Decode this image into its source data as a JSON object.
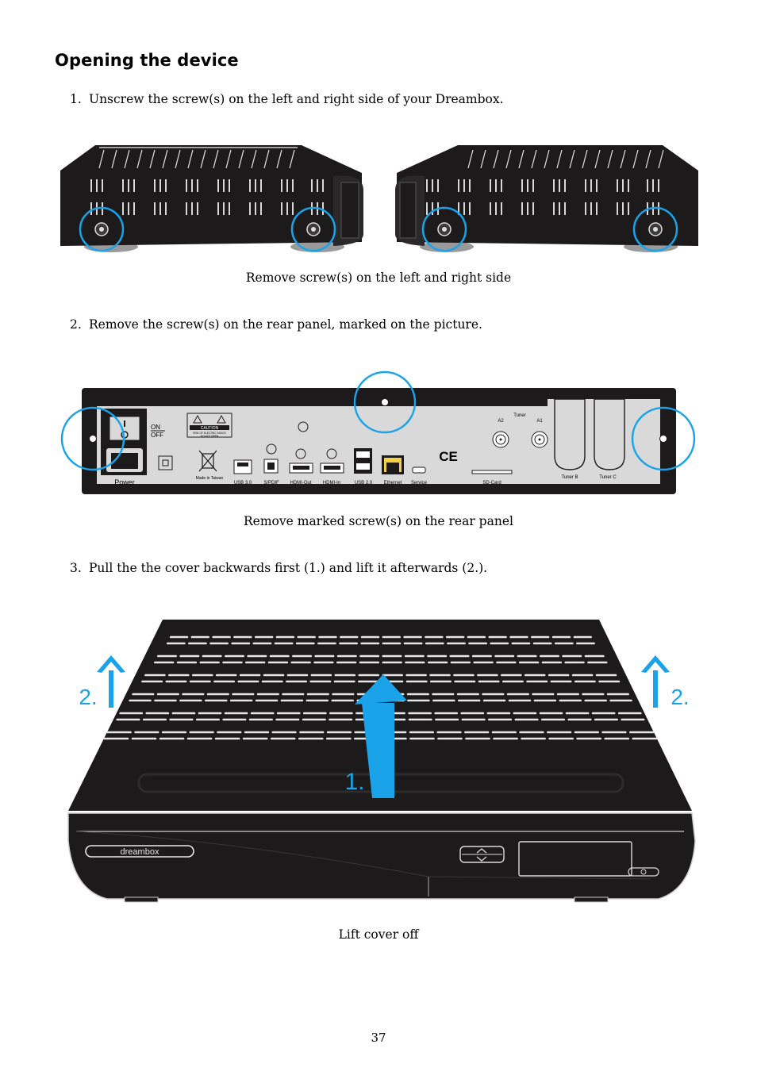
{
  "heading": "Opening the device",
  "steps": [
    {
      "number": "1.",
      "text": "Unscrew the screw(s) on the left and right side of your Dreambox."
    },
    {
      "number": "2.",
      "text": "Remove the screw(s) on the rear panel, marked on the picture."
    },
    {
      "number": "3.",
      "text": "Pull the the cover backwards first (1.) and lift it afterwards (2.)."
    }
  ],
  "captions": {
    "side": "Remove screw(s) on the left and right side",
    "rear": "Remove marked screw(s) on the rear panel",
    "lift": "Lift cover off"
  },
  "rear_panel": {
    "on": "ON",
    "off": "OFF",
    "power": "Power",
    "caution": "CAUTION",
    "caution_small_1": "RISK OF ELECTRIC SHOCK",
    "caution_small_2": "DO NOT OPEN",
    "made_in": "Made in Taiwan",
    "usb3": "USB 3.0",
    "spdif": "S/PDIF",
    "hdmi_out": "HDMI-Out",
    "hdmi_in": "HDMI-In",
    "usb2": "USB 2.0",
    "ethernet": "Ethernet",
    "service": "Service",
    "ce": "CE",
    "sd_card": "SD-Card",
    "tuner": "Tuner",
    "a2": "A2",
    "a1": "A1",
    "tuner_b": "Tuner B",
    "tuner_c": "Tuner C"
  },
  "lift_labels": {
    "step1": "1.",
    "step2_left": "2.",
    "step2_right": "2.",
    "brand": "dreambox"
  },
  "page_number": "37",
  "colors": {
    "marker": "#1aa3e8",
    "device": "#1c1a1b",
    "panel": "#d9d9d9"
  }
}
